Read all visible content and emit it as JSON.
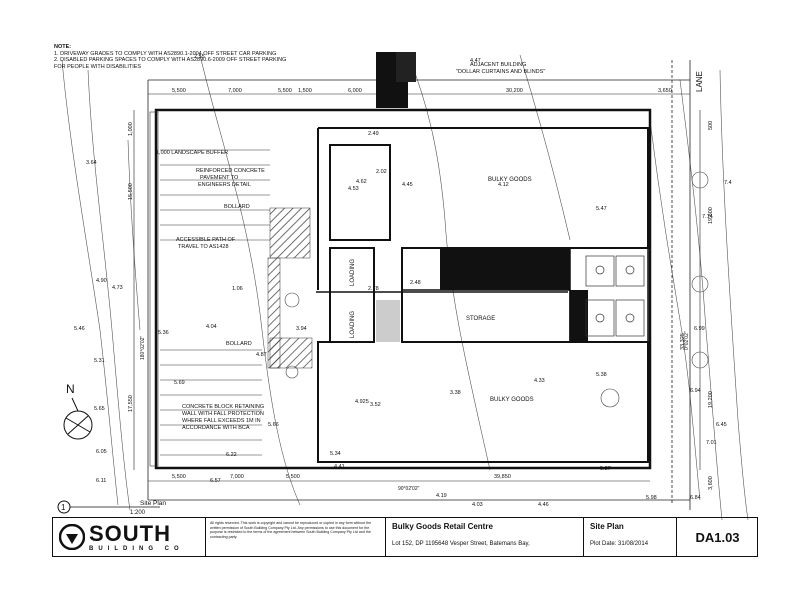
{
  "notes": {
    "heading": "NOTE:",
    "line1": "1.   DRIVEWAY GRADES TO COMPLY WITH AS2890.1-2004 OFF STREET CAR PARKING",
    "line2": "2.   DISABLED PARKING SPACES TO COMPLY WITH AS2890.6-2009 OFF STREET PARKING",
    "line3": "      FOR PEOPLE WITH DISABILITIES"
  },
  "labels": {
    "lane": "LANE",
    "adjacent_building": "ADJACENT BUILDING",
    "adjacent_name": "\"DOLLAR CURTAINS AND BLINDS\"",
    "landscape_buffer": "1,000 LANDSCAPE BUFFER",
    "reinforced_concrete": "REINFORCED CONCRETE",
    "pavement": "PAVEMENT TO",
    "engineers_detail": "ENGINEERS DETAIL",
    "bollard_1": "BOLLARD",
    "bollard_2": "BOLLARD",
    "accessible_path_1": "ACCESSIBLE PATH OF",
    "accessible_path_2": "TRAVEL TO AS1428",
    "bulky_goods_1": "BULKY GOODS",
    "bulky_goods_2": "BULKY GOODS",
    "loading_1": "LOADING",
    "loading_2": "LOADING",
    "storage": "STORAGE",
    "retaining_1": "CONCRETE BLOCK RETAINING",
    "retaining_2": "WALL WITH FALL PROTECTION",
    "retaining_3": "WHERE FALL EXCEEDS 1M IN",
    "retaining_4": "ACCORDANCE WITH BCA",
    "north": "N",
    "site_plan_caption": "Site Plan",
    "scale": "1:200",
    "callout_number": "1",
    "bearing_bottom": "90°02'02\"",
    "bearing_left": "180°02'02\"",
    "bearing_right": "0°02'02\""
  },
  "dimensions": {
    "top_5500_a": "5,500",
    "top_7000_a": "7,000",
    "top_5500_b": "5,500",
    "top_1500": "1,500",
    "top_6000": "6,000",
    "top_30200": "30,200",
    "top_3650": "3,650",
    "bot_5500": "5,500",
    "bot_7000": "7,000",
    "bot_5500_b": "5,500",
    "bot_39850": "39,850",
    "left_1000": "1,000",
    "left_15500": "15,500",
    "left_17550": "17,550",
    "right_19800": "19,800",
    "right_19200": "19,200",
    "right_33325": "33,325",
    "right_500": "500",
    "right_3600": "3,600",
    "top_2550": "2,55",
    "loading_278": "2.78"
  },
  "levels": [
    "3.64",
    "4.47",
    "4.45",
    "4.12",
    "5.47",
    "7.14",
    "7.4",
    "4.62",
    "4.53",
    "2.49",
    "2.02",
    "6.99",
    "6.94",
    "7.01",
    "6.84",
    "5.38",
    "4.33",
    "3.38",
    "3.52",
    "4.925",
    "5.36",
    "4.04",
    "5.69",
    "6.22",
    "5.66",
    "6.57",
    "6.11",
    "6.05",
    "5.65",
    "5.31",
    "5.46",
    "4.90",
    "4.73",
    "1.06",
    "3.94",
    "4.87",
    "2.48",
    "4.12",
    "5.34",
    "5.27",
    "4.19",
    "4.03",
    "4.46",
    "5.98",
    "4.41",
    "6.45"
  ],
  "title_block": {
    "company": "SOUTH",
    "company_sub": "BUILDING CO",
    "copyright": "All rights reserved. This work is copyright and cannot be reproduced or copied in any form without the written permission of South Building Company Pty Ltd. Any permissions to use this document for the purpose is restricted to the terms of the agreement between South Building Company Pty Ltd and the contracting party.",
    "project_title": "Bulky Goods Retail Centre",
    "project_address": "Lot 152, DP 1195648 Vesper Street, Batemans Bay,",
    "sheet_title": "Site Plan",
    "plot_date": "Plot Date: 31/08/2014",
    "drawing_number": "DA1.03"
  }
}
